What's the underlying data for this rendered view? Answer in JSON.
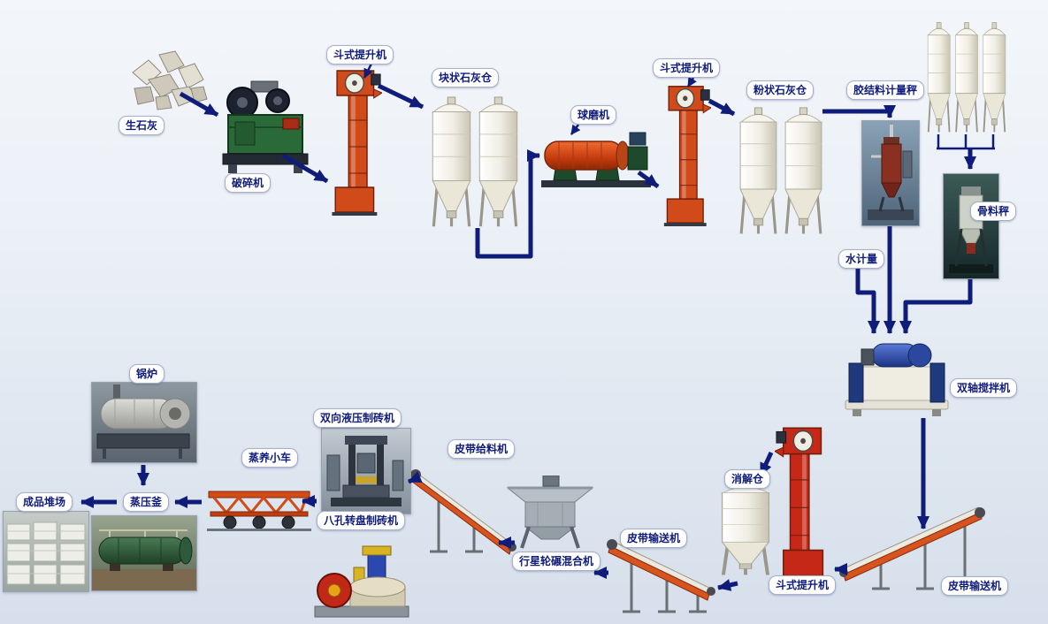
{
  "diagram": {
    "type": "process-flow",
    "labels": {
      "quicklime": "生石灰",
      "crusher": "破碎机",
      "bucket_elevator_1": "斗式提升机",
      "lump_lime_silo": "块状石灰仓",
      "ball_mill": "球磨机",
      "bucket_elevator_2": "斗式提升机",
      "powder_lime_silo": "粉状石灰仓",
      "binder_scale": "胶结料计量秤",
      "aggregate_scale": "骨料秤",
      "water_meter": "水计量",
      "twin_shaft_mixer": "双轴搅拌机",
      "belt_conveyor_right": "皮带输送机",
      "bucket_elevator_3": "斗式提升机",
      "slaking_silo": "消解仓",
      "belt_conveyor_mid": "皮带输送机",
      "planetary_mixer": "行星轮碾混合机",
      "belt_feeder": "皮带给料机",
      "hydraulic_brick_press": "双向液压制砖机",
      "rotary_brick_press": "八孔转盘制砖机",
      "steam_cart": "蒸养小车",
      "autoclave": "蒸压釜",
      "boiler": "锅炉",
      "product_yard": "成品堆场"
    },
    "colors": {
      "arrow": "#101c7a",
      "label_text": "#101c7a",
      "label_background": "#ffffff",
      "elevator_orange": "#d04a1a",
      "elevator_red": "#c62818",
      "silo_body": "#f2f0e6",
      "crusher_green": "#2a6a38",
      "mill_orange": "#d85020",
      "mixer_motor_blue": "#2a48a0",
      "press_red": "#c22818",
      "background_top": "#f3f6fa",
      "background_bottom": "#d6dfeb"
    }
  }
}
